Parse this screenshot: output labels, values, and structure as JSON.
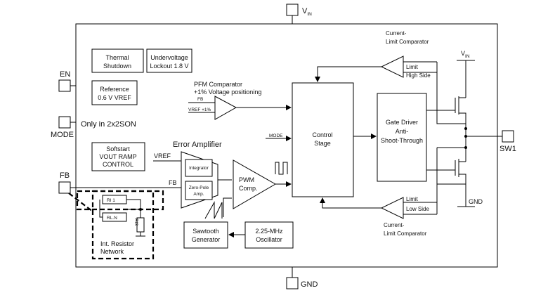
{
  "pins": {
    "vin": "V",
    "vin_sub": "IN",
    "gnd": "GND",
    "en": "EN",
    "mode": "MODE",
    "mode_note": "Only in 2x2SON",
    "fb": "FB",
    "sw1": "SW1"
  },
  "blocks": {
    "thermal": [
      "Thermal",
      "Shutdown"
    ],
    "uvlo": [
      "Undervoltage",
      "Lockout 1.8 V"
    ],
    "reference": [
      "Reference",
      "0.6 V VREF"
    ],
    "softstart": [
      "Softstart",
      "VOUT RAMP",
      "CONTROL"
    ],
    "control": [
      "Control",
      "Stage"
    ],
    "gate_driver": [
      "Gate Driver",
      "Anti-",
      "Shoot-Through"
    ],
    "sawtooth": [
      "Sawtooth",
      "Generator"
    ],
    "oscillator": [
      "2.25-MHz",
      "Oscillator"
    ],
    "integrator": "Integrator",
    "zero_pole": [
      "Zero-Pole",
      "Amp."
    ]
  },
  "comparators": {
    "pfm_title": [
      "PFM Comparator",
      "+1% Voltage positioning"
    ],
    "pfm_in1": "FB",
    "pfm_in2": "VREF +1%",
    "pwm": [
      "PWM",
      "Comp."
    ],
    "current_limit_top": [
      "Current-",
      "Limit Comparator"
    ],
    "limit_high": [
      "Limit",
      "High Side"
    ],
    "current_limit_bottom": [
      "Current-",
      "Limit Comparator"
    ],
    "limit_low": [
      "Limit",
      "Low Side"
    ]
  },
  "error_amp": {
    "title": "Error Amplifier",
    "vref": "VREF",
    "fb": "FB"
  },
  "control_inputs": {
    "mode": "MODE"
  },
  "power_stage": {
    "vin": "V",
    "vin_sub": "IN",
    "gnd": "GND"
  },
  "resistor_network": {
    "r1": "RI 1",
    "rn": "RL.N",
    "r3": "RI3",
    "label": [
      "Int. Resistor",
      "Network"
    ]
  }
}
